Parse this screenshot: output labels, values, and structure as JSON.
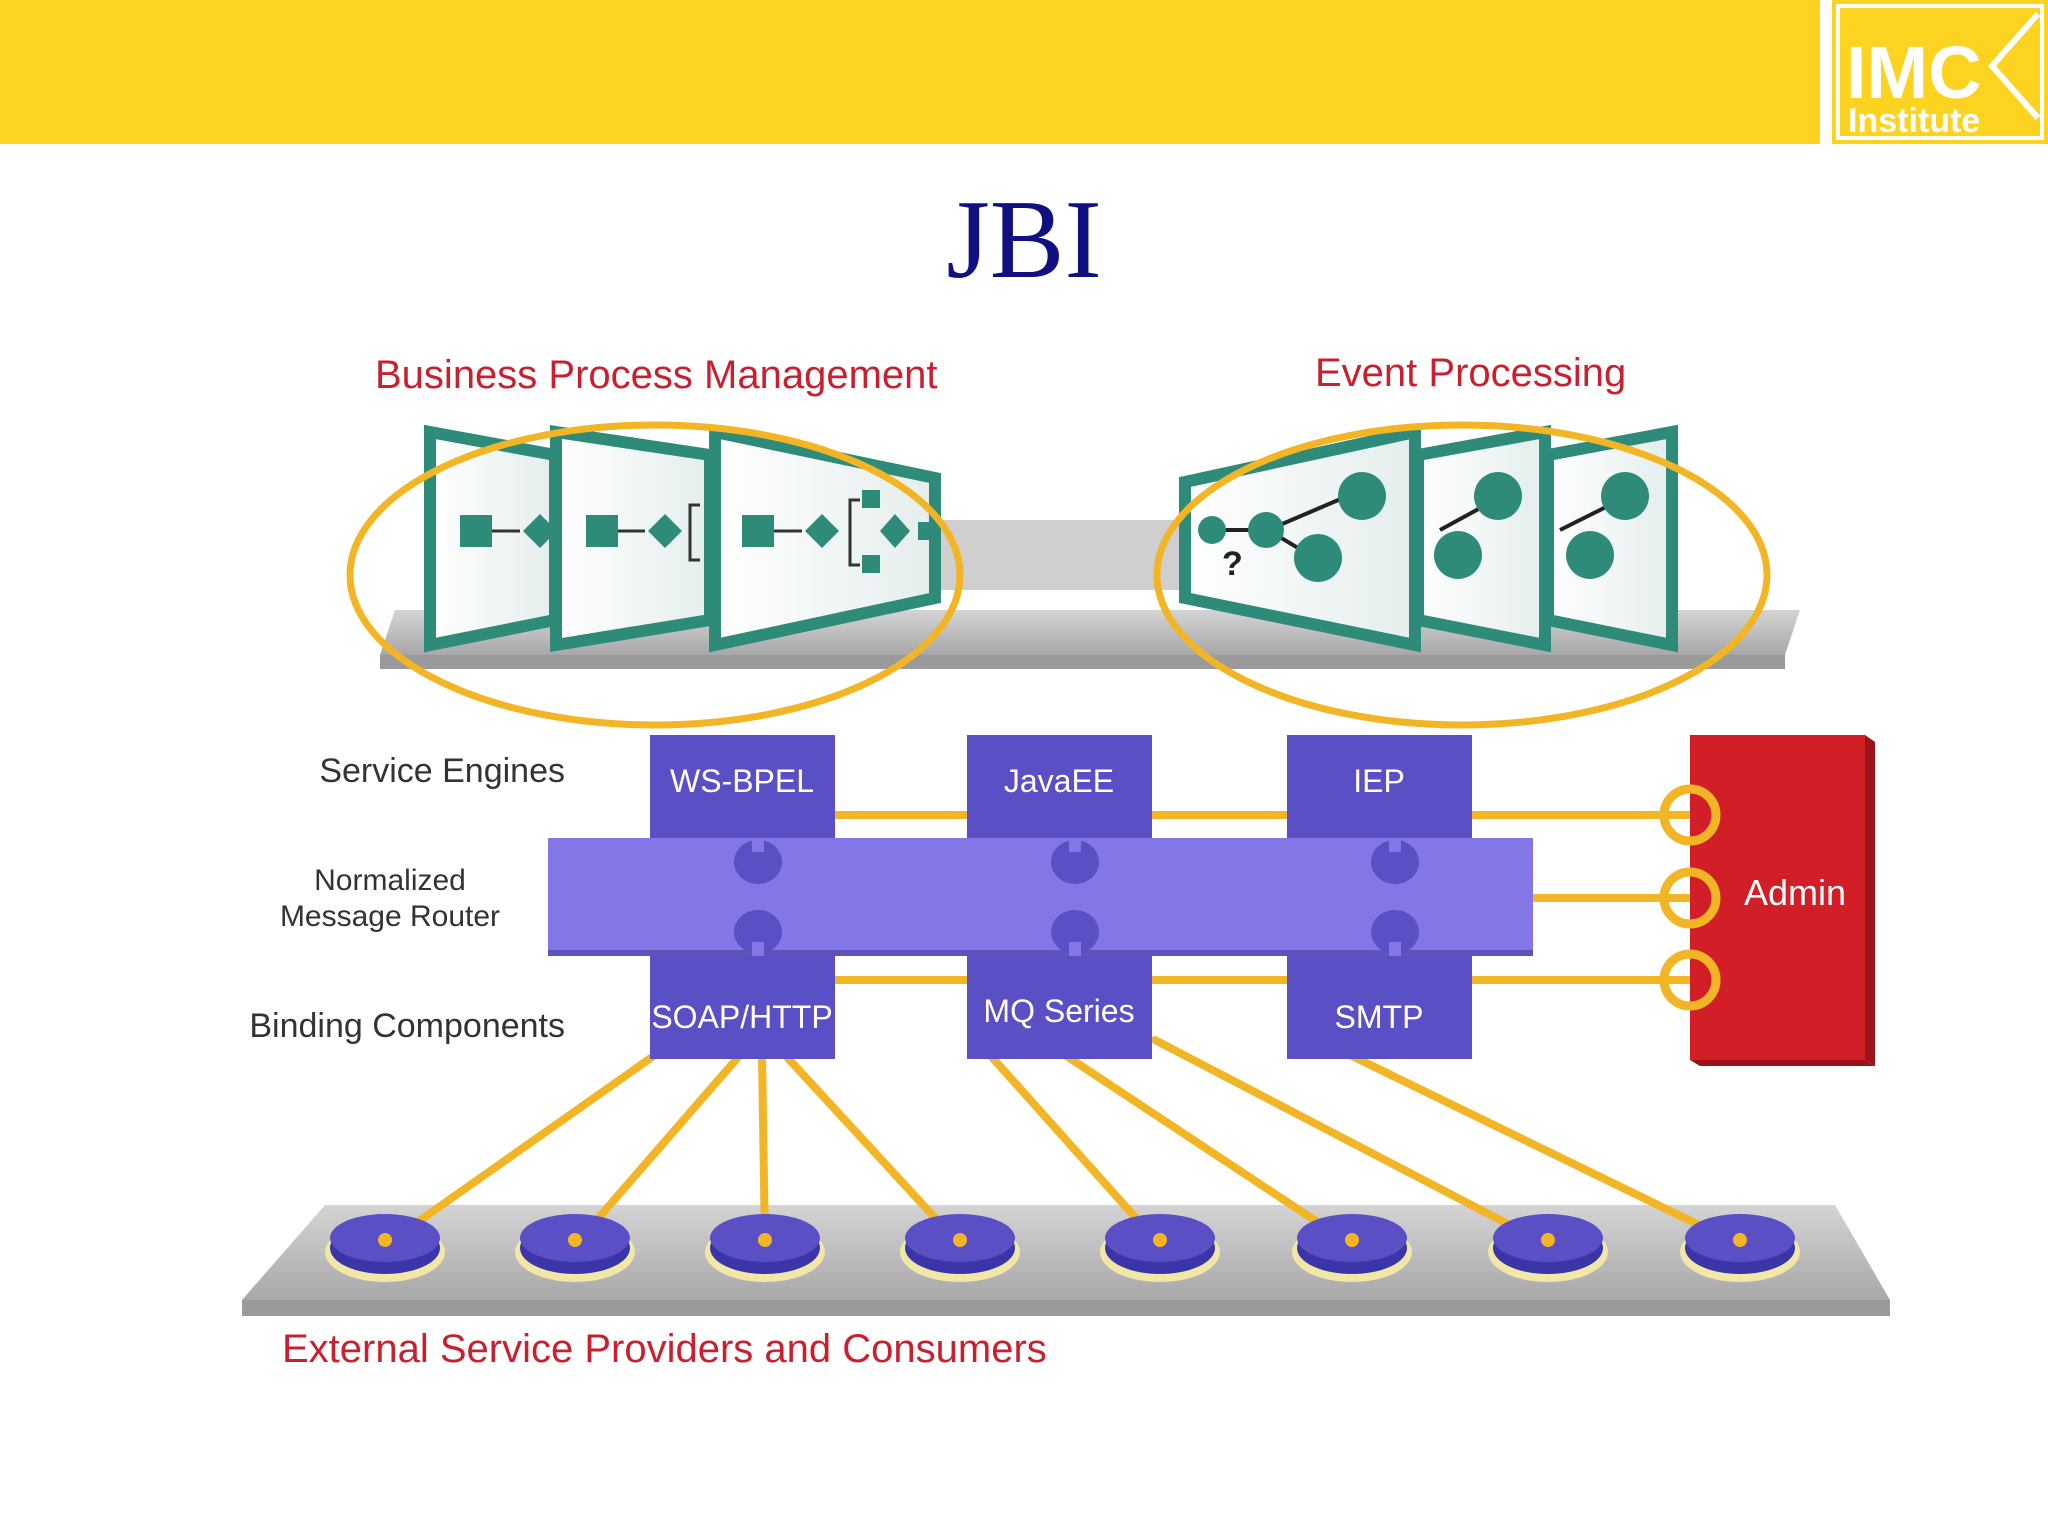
{
  "slide": {
    "title": "JBI"
  },
  "logo": {
    "line1": "IMC",
    "line2": "Institute"
  },
  "diagram": {
    "bpm_label": "Business Process Management",
    "event_label": "Event Processing",
    "layer_service_engines": "Service Engines",
    "layer_nmr_line1": "Normalized",
    "layer_nmr_line2": "Message Router",
    "layer_binding": "Binding Components",
    "external_label": "External Service Providers and Consumers",
    "engines": [
      "WS-BPEL",
      "JavaEE",
      "IEP"
    ],
    "bindings": [
      "SOAP/HTTP",
      "MQ Series",
      "SMTP"
    ],
    "admin": "Admin",
    "question_mark": "?",
    "colors": {
      "band_yellow": "#fdd322",
      "title_navy": "#101080",
      "component_purple": "#5a4fc4",
      "router_purple": "#8377e8",
      "admin_red": "#d21e26",
      "connector_gold": "#f2b526",
      "panel_teal": "#2e8b7a",
      "label_red": "#c8202e"
    }
  }
}
